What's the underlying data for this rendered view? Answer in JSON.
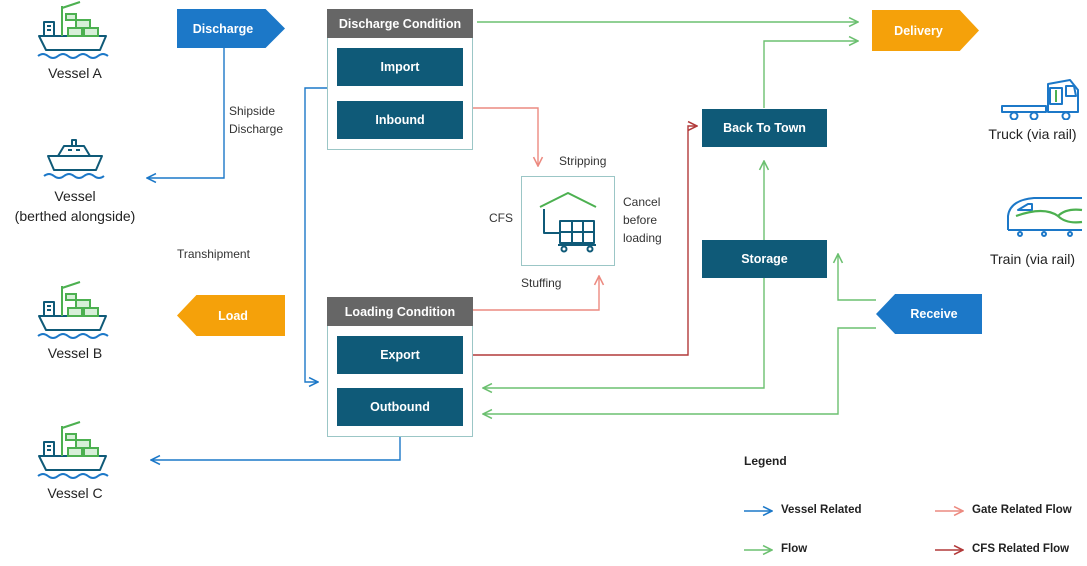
{
  "vessels": {
    "a": "Vessel A",
    "berthed_line1": "Vessel",
    "berthed_line2": "(berthed alongside)",
    "b": "Vessel B",
    "c": "Vessel C"
  },
  "vehicles": {
    "truck": "Truck (via rail)",
    "train": "Train (via rail)"
  },
  "tags": {
    "discharge": "Discharge",
    "load": "Load",
    "delivery": "Delivery",
    "receive": "Receive"
  },
  "discharge_condition": {
    "title": "Discharge Condition",
    "import": "Import",
    "inbound": "Inbound"
  },
  "loading_condition": {
    "title": "Loading Condition",
    "export": "Export",
    "outbound": "Outbound"
  },
  "yard": {
    "back_to_town": "Back To Town",
    "storage": "Storage"
  },
  "labels": {
    "shipside_line1": "Shipside",
    "shipside_line2": "Discharge",
    "transhipment": "Transhipment",
    "cfs": "CFS",
    "stripping": "Stripping",
    "stuffing": "Stuffing",
    "cancel_line1": "Cancel",
    "cancel_line2": "before",
    "cancel_line3": "loading"
  },
  "legend": {
    "title": "Legend",
    "vessel_related": "Vessel Related",
    "gate_related": "Gate Related Flow",
    "flow": "Flow",
    "cfs_related": "CFS Related Flow"
  },
  "colors": {
    "vessel_related": "#1c78c8",
    "flow": "#6cc070",
    "gate_related": "#ec8a80",
    "cfs_related": "#b23a3a",
    "teal": "#0f5a78",
    "orange": "#f5a10a",
    "blue_tag": "#1c78c8",
    "header_gray": "#666666"
  }
}
